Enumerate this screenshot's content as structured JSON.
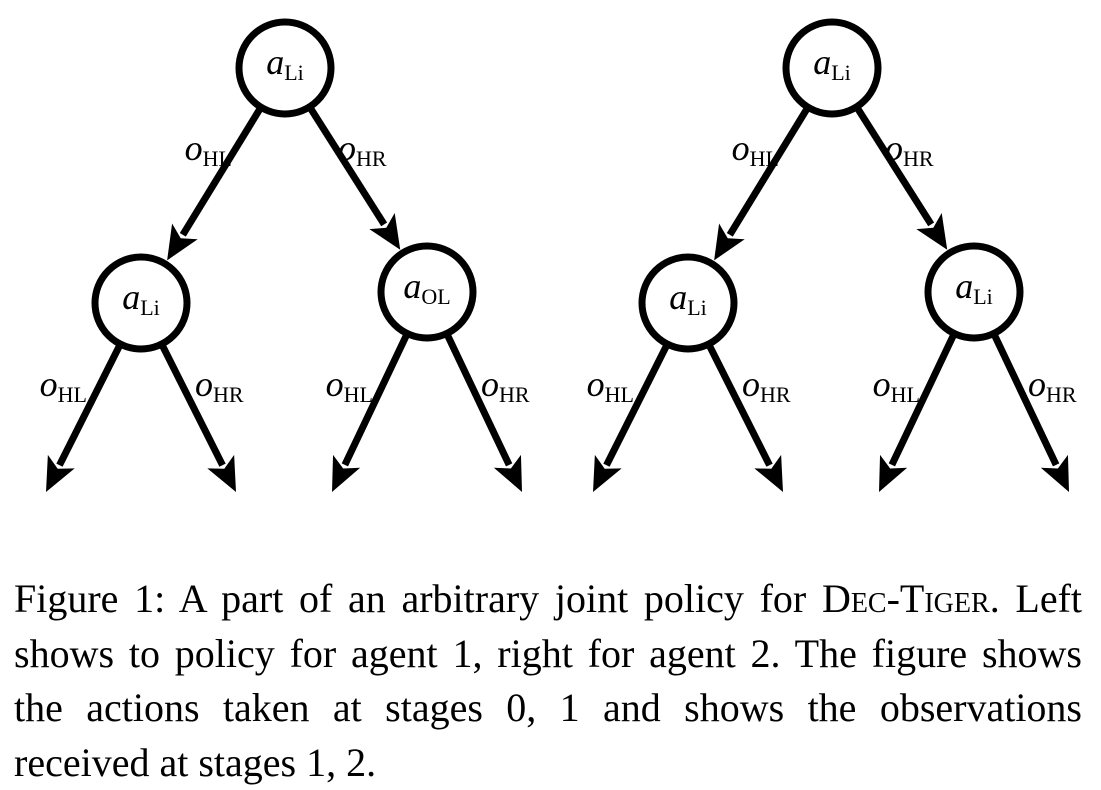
{
  "trees": [
    {
      "root": {
        "sym": "a",
        "sub": "Li"
      },
      "edges": [
        {
          "sym": "o",
          "sub": "HL"
        },
        {
          "sym": "o",
          "sub": "HR"
        }
      ],
      "children": [
        {
          "sym": "a",
          "sub": "Li",
          "edges": [
            {
              "sym": "o",
              "sub": "HL"
            },
            {
              "sym": "o",
              "sub": "HR"
            }
          ]
        },
        {
          "sym": "a",
          "sub": "OL",
          "edges": [
            {
              "sym": "o",
              "sub": "HL"
            },
            {
              "sym": "o",
              "sub": "HR"
            }
          ]
        }
      ]
    },
    {
      "root": {
        "sym": "a",
        "sub": "Li"
      },
      "edges": [
        {
          "sym": "o",
          "sub": "HL"
        },
        {
          "sym": "o",
          "sub": "HR"
        }
      ],
      "children": [
        {
          "sym": "a",
          "sub": "Li",
          "edges": [
            {
              "sym": "o",
              "sub": "HL"
            },
            {
              "sym": "o",
              "sub": "HR"
            }
          ]
        },
        {
          "sym": "a",
          "sub": "Li",
          "edges": [
            {
              "sym": "o",
              "sub": "HL"
            },
            {
              "sym": "o",
              "sub": "HR"
            }
          ]
        }
      ]
    }
  ],
  "caption": {
    "part1": "Figure 1:  A part of an arbitrary joint policy for ",
    "smallcaps": "Dec-Tiger",
    "part2": ".  Left shows to policy for agent 1, right for agent 2.  The figure shows the actions taken at stages ",
    "stages_actions": "0, 1",
    "part3": " and shows the observations received at stages ",
    "stages_obs": "1, 2",
    "part4": "."
  }
}
